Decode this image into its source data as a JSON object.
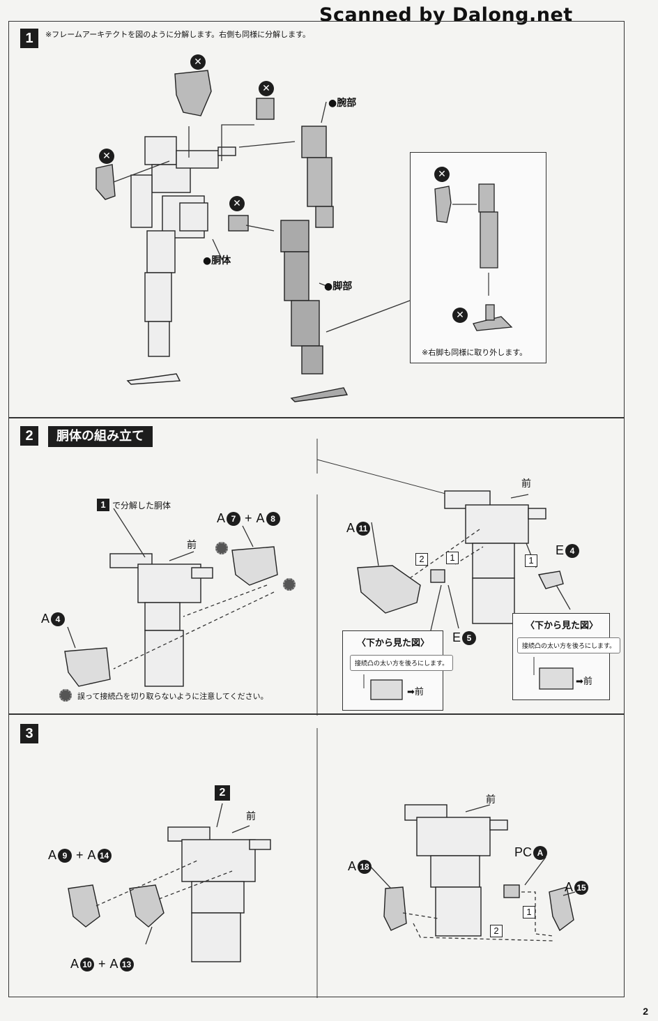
{
  "watermark": "Scanned by Dalong.net",
  "page_number": "2",
  "step1": {
    "number": "1",
    "note": "※フレームアーキテクトを図のように分解します。右側も同様に分解します。",
    "labels": {
      "arm": "●腕部",
      "torso": "●胴体",
      "leg": "●脚部"
    },
    "inset_note": "※右脚も同様に取り外します。"
  },
  "step2": {
    "number": "2",
    "title": "胴体の組み立て",
    "ref_step": "1",
    "ref_text": "で分解した胴体",
    "front": "前",
    "parts": {
      "a7a8": [
        "A",
        "7",
        "+",
        "A",
        "8"
      ],
      "a4": [
        "A",
        "4"
      ],
      "a11": [
        "A",
        "11"
      ],
      "e4": [
        "E",
        "4"
      ],
      "e5": [
        "E",
        "5"
      ]
    },
    "order_labels": [
      "2",
      "1",
      "1"
    ],
    "caution": "誤って接続凸を切り取らないように注意してください。",
    "bottom_view_title": "〈下から見た図〉",
    "bottom_view_note": "接続凸の太い方を後ろにします。",
    "bottom_view_front": "前"
  },
  "step3": {
    "number": "3",
    "ref_step": "2",
    "front": "前",
    "parts": {
      "a9a14": [
        "A",
        "9",
        "+",
        "A",
        "14"
      ],
      "a10a13": [
        "A",
        "10",
        "+",
        "A",
        "13"
      ],
      "a18": [
        "A",
        "18"
      ],
      "pca": [
        "PC",
        "A"
      ],
      "a15": [
        "A",
        "15"
      ]
    },
    "order_labels": [
      "1",
      "2"
    ]
  }
}
